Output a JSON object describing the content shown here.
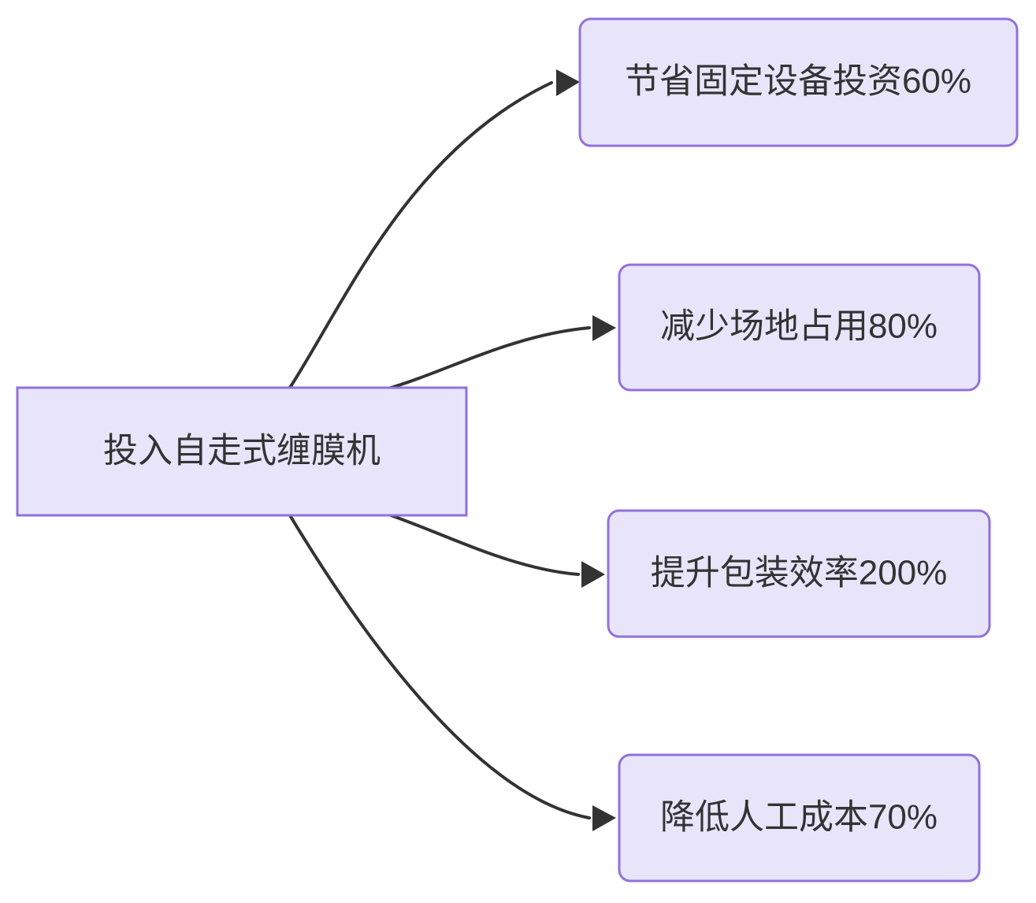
{
  "diagram": {
    "type": "flowchart",
    "direction": "left-to-right",
    "background_color": "#ffffff",
    "node_fill_color": "#e8e5fa",
    "node_border_color": "#9370db",
    "edge_color": "#333333",
    "text_color": "#333333",
    "root": {
      "id": "root",
      "label": "投入自走式缠膜机",
      "shape": "rectangle"
    },
    "leaves": [
      {
        "id": "leaf-1",
        "label": "节省固定设备投资60%",
        "shape": "rounded-rectangle",
        "metric": "固定设备投资",
        "value": "60%"
      },
      {
        "id": "leaf-2",
        "label": "减少场地占用80%",
        "shape": "rounded-rectangle",
        "metric": "场地占用",
        "value": "80%"
      },
      {
        "id": "leaf-3",
        "label": "提升包装效率200%",
        "shape": "rounded-rectangle",
        "metric": "包装效率",
        "value": "200%"
      },
      {
        "id": "leaf-4",
        "label": "降低人工成本70%",
        "shape": "rounded-rectangle",
        "metric": "人工成本",
        "value": "70%"
      }
    ],
    "edges": [
      {
        "from": "root",
        "to": "leaf-1",
        "arrow": "arrow-head-icon"
      },
      {
        "from": "root",
        "to": "leaf-2",
        "arrow": "arrow-head-icon"
      },
      {
        "from": "root",
        "to": "leaf-3",
        "arrow": "arrow-head-icon"
      },
      {
        "from": "root",
        "to": "leaf-4",
        "arrow": "arrow-head-icon"
      }
    ]
  }
}
